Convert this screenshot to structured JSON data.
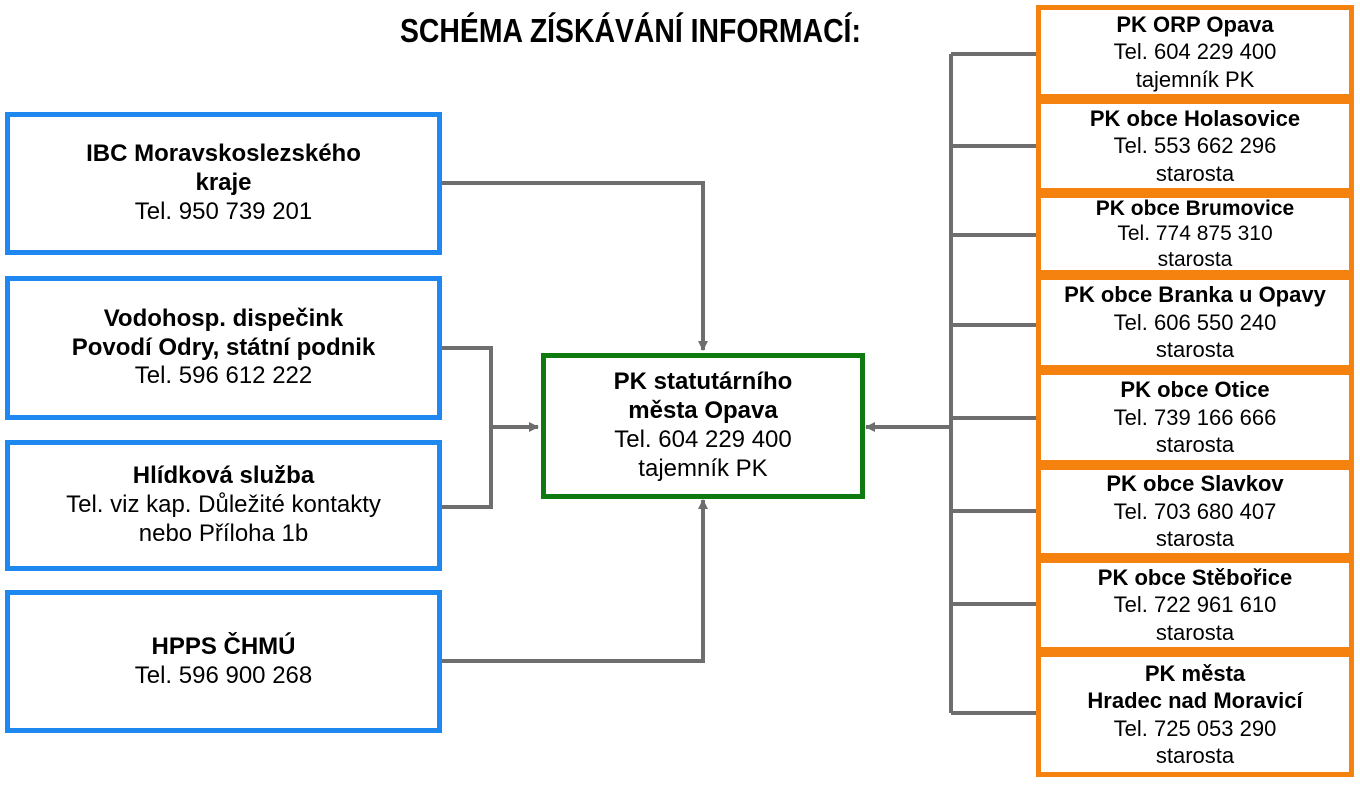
{
  "title": "SCHÉMA ZÍSKÁVÁNÍ INFORMACÍ:",
  "left_nodes": [
    {
      "lines": [
        "IBC Moravskoslezského",
        "kraje"
      ],
      "phone": "Tel. 950 739 201"
    },
    {
      "lines": [
        "Vodohosp. dispečink",
        "Povodí Odry, státní podnik"
      ],
      "phone": "Tel. 596 612 222"
    },
    {
      "lines": [
        "Hlídková služba"
      ],
      "phone": "Tel. viz kap. Důležité kontakty",
      "extra": "nebo Příloha 1b"
    },
    {
      "lines": [
        "HPPS ČHMÚ"
      ],
      "phone": "Tel. 596 900 268"
    }
  ],
  "center_node": {
    "lines": [
      "PK statutárního",
      "města Opava"
    ],
    "phone": "Tel. 604 229 400",
    "role": "tajemník PK"
  },
  "right_nodes": [
    {
      "lines": [
        "PK ORP Opava"
      ],
      "phone": "Tel.  604 229 400",
      "role": "tajemník PK"
    },
    {
      "lines": [
        "PK obce Holasovice"
      ],
      "phone": "Tel. 553 662 296",
      "role": "starosta"
    },
    {
      "lines": [
        "PK obce Brumovice"
      ],
      "phone": "Tel. 774 875 310",
      "role": "starosta"
    },
    {
      "lines": [
        "PK obce Branka u Opavy"
      ],
      "phone": "Tel. 606 550 240",
      "role": "starosta"
    },
    {
      "lines": [
        "PK obce Otice"
      ],
      "phone": "Tel. 739 166 666",
      "role": "starosta"
    },
    {
      "lines": [
        "PK obce Slavkov"
      ],
      "phone": "Tel. 703 680 407",
      "role": "starosta"
    },
    {
      "lines": [
        "PK obce Stěbořice"
      ],
      "phone": "Tel. 722 961 610",
      "role": "starosta"
    },
    {
      "lines": [
        "PK města",
        "Hradec nad Moravicí"
      ],
      "phone": "Tel. 725 053 290",
      "role": "starosta"
    }
  ],
  "colors": {
    "source_border": "#1e88f0",
    "center_border": "#0f7a0f",
    "municipality_border": "#f5820f",
    "connector": "#6e6e6e"
  }
}
